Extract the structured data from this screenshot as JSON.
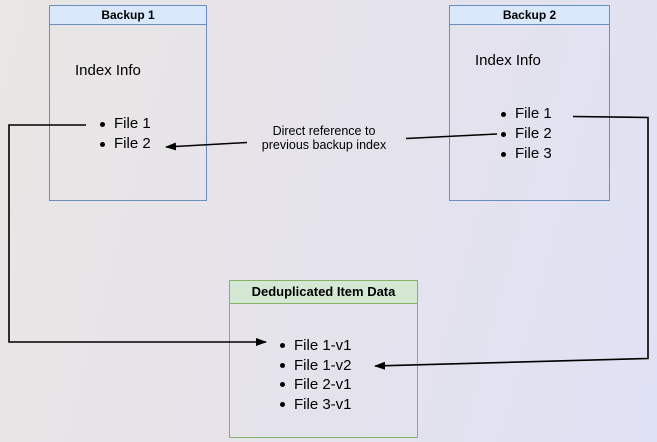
{
  "diagram": {
    "background": {
      "gradient_left": "#e9e6e4",
      "gradient_right": "#dfe1f4"
    },
    "nodes": {
      "backup1": {
        "title": "Backup 1",
        "section": "Index Info",
        "items": [
          "File 1",
          "File 2"
        ],
        "header_fill": "#dae8fc",
        "border_color": "#6c8ebf"
      },
      "backup2": {
        "title": "Backup 2",
        "section": "Index Info",
        "items": [
          "File 1",
          "File 2",
          "File 3"
        ],
        "header_fill": "#dae8fc",
        "border_color": "#6c8ebf"
      },
      "dedup": {
        "title": "Deduplicated Item Data",
        "items": [
          "File 1-v1",
          "File 1-v2",
          "File 2-v1",
          "File 3-v1"
        ],
        "header_fill": "#d5e8d4",
        "border_color": "#82b366"
      }
    },
    "edges": {
      "direct_reference": {
        "label_line1": "Direct reference to",
        "label_line2": "previous backup index",
        "color": "#000000"
      },
      "backup1_file1_to_dedup": {
        "color": "#000000"
      },
      "backup2_file1_to_dedup": {
        "color": "#000000"
      }
    }
  }
}
